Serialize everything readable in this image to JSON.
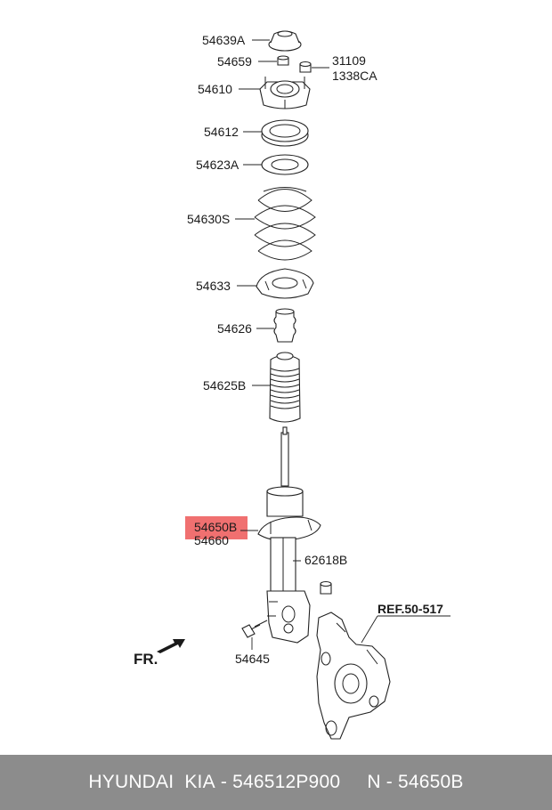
{
  "callouts": {
    "p54639A": "54639A",
    "p54659": "54659",
    "p31109": "31109",
    "p1338CA": "1338CA",
    "p54610": "54610",
    "p54612": "54612",
    "p54623A": "54623A",
    "p54630S": "54630S",
    "p54633": "54633",
    "p54626": "54626",
    "p54625B": "54625B",
    "p54650B": "54650B",
    "p54660": "54660",
    "p62618B": "62618B",
    "p54645": "54645",
    "ref": "REF.50-517",
    "front": "FR."
  },
  "highlight_color": "#f07070",
  "footer": {
    "brand": "HYUNDAI  KIA",
    "part_number": "546512P900",
    "ref_number": "N - 54650B",
    "separator": " - "
  }
}
